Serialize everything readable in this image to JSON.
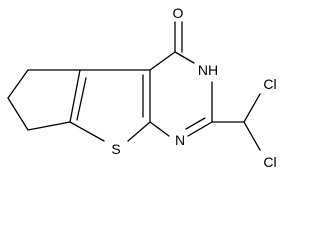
{
  "molecule": {
    "atom_labels": {
      "oxygen": "O",
      "nh": "NH",
      "n": "N",
      "s": "S",
      "cl_upper": "Cl",
      "cl_lower": "Cl"
    }
  }
}
